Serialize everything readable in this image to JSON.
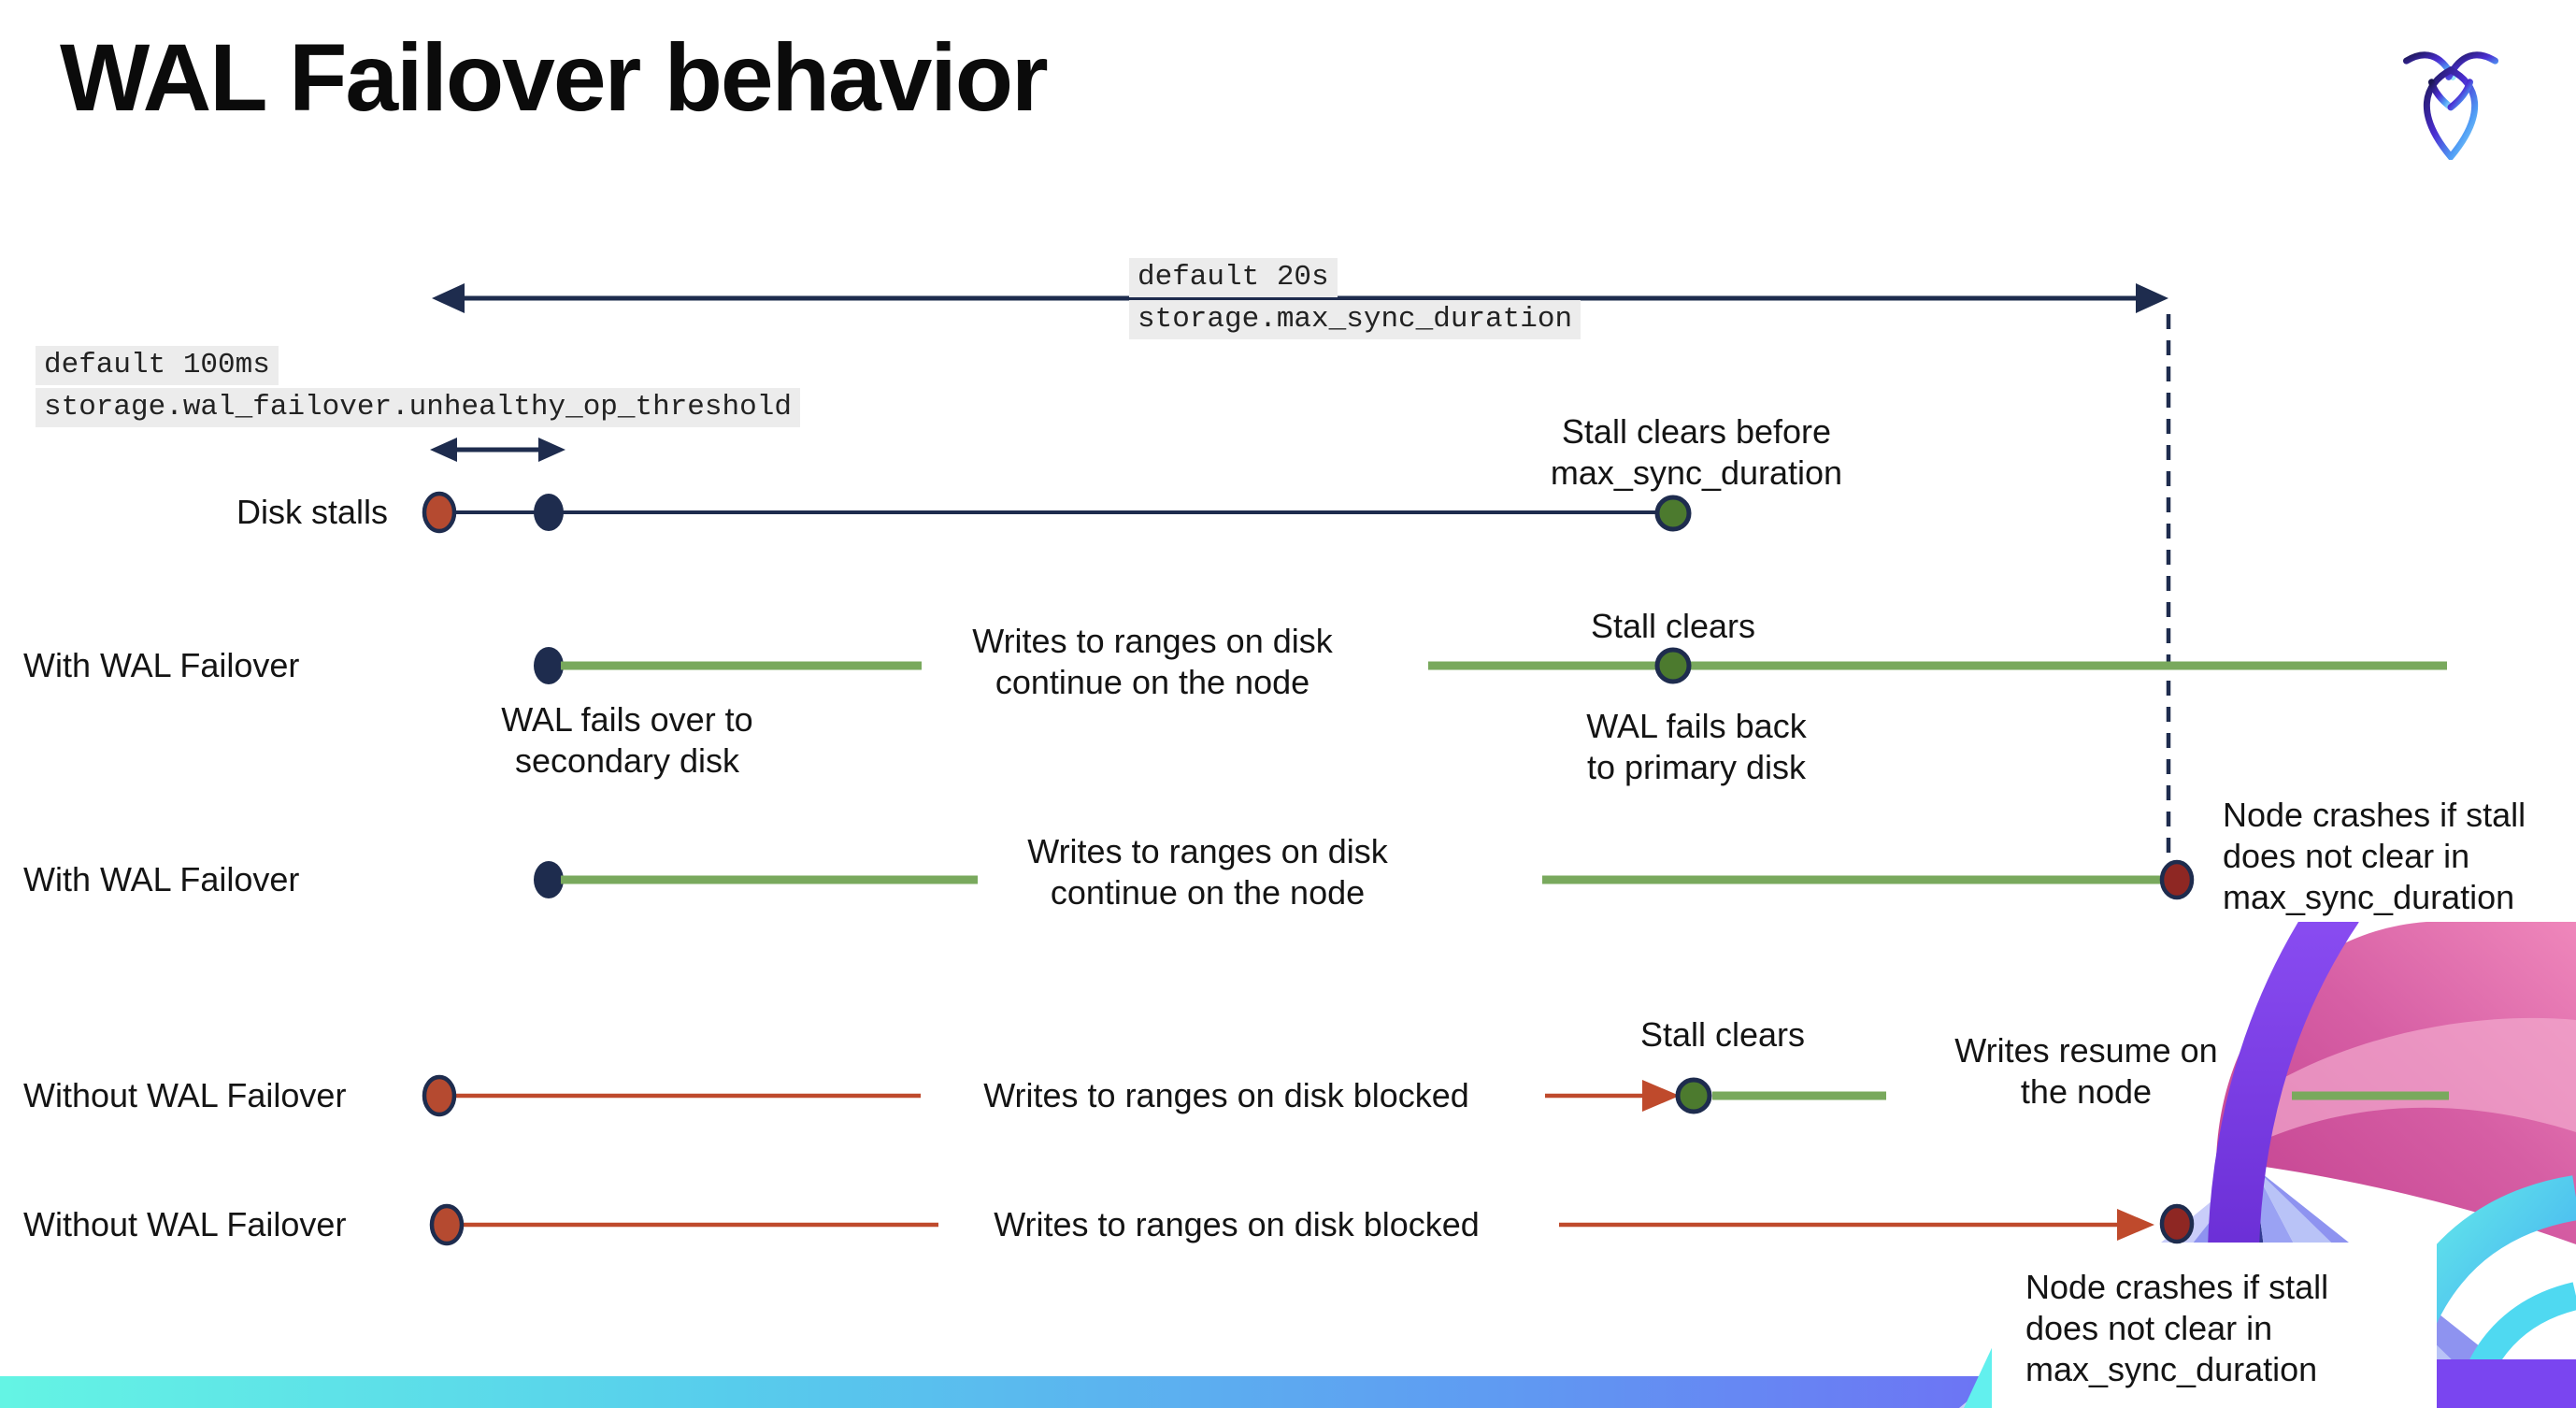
{
  "slide": {
    "title": "WAL Failover behavior"
  },
  "icons": {
    "logo": "cockroachdb-logo"
  },
  "settings": {
    "max_sync_duration": {
      "default_label": "default 20s",
      "setting_name": "storage.max_sync_duration"
    },
    "unhealthy_op_threshold": {
      "default_label": "default 100ms",
      "setting_name": "storage.wal_failover.unhealthy_op_threshold"
    }
  },
  "timeline": {
    "rows": [
      {
        "label": "Disk stalls"
      },
      {
        "label": "With WAL Failover"
      },
      {
        "label": "With WAL Failover"
      },
      {
        "label": "Without WAL Failover"
      },
      {
        "label": "Without WAL Failover"
      }
    ]
  },
  "events": {
    "stall_clears_before": "Stall clears before\nmax_sync_duration",
    "stall_clears": "Stall clears",
    "wal_fails_over": "WAL fails over to\nsecondary disk",
    "wal_fails_back": "WAL fails  back\nto primary disk",
    "writes_continue": "Writes to ranges on disk\ncontinue on the node",
    "writes_blocked": "Writes to ranges on disk  blocked",
    "writes_resume": "Writes resume on\nthe node",
    "node_crashes": "Node crashes if stall\ndoes not clear in\nmax_sync_duration"
  },
  "colors": {
    "navy": "#1e2c4e",
    "green_line": "#79a95d",
    "green_dot": "#4c7a2e",
    "red_line": "#bf4a2c",
    "red_dot_fill": "#b54a30",
    "dark_red_dot_fill": "#8e2723",
    "code_highlight_bg": "#ececec",
    "footer_gradient": [
      "#64f4e4",
      "#5f9bf2",
      "#7a45f0"
    ]
  }
}
